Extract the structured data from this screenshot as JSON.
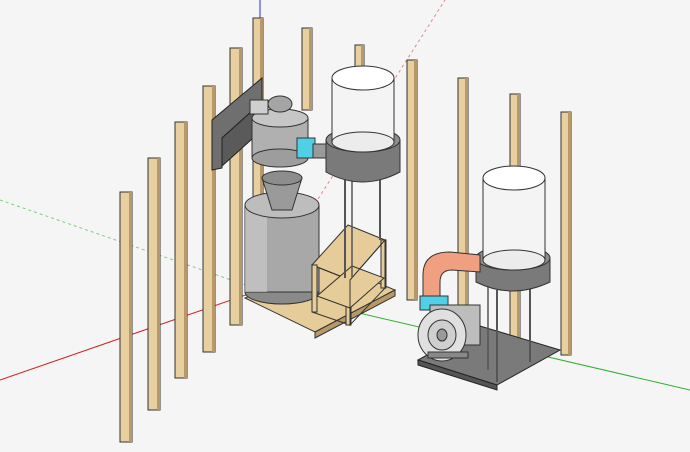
{
  "scene": {
    "description_visible_text": "",
    "colors": {
      "background": "#dcdcdc",
      "stud_wood": "#e8cfa0",
      "stud_shadow": "#b89868",
      "plywood": "#e6cc98",
      "metal_gray": "#9a9a9a",
      "metal_dark": "#6f6f6f",
      "bin_white": "#f4f4f4",
      "accent_blue": "#4fd0e6",
      "accent_green": "#7fe07f",
      "pipe_salmon": "#f0a080",
      "axis_red": "#d02020",
      "axis_green": "#30b030",
      "axis_blue": "#3030d0"
    },
    "components": [
      "wall-studs",
      "cyclone-separator",
      "collection-barrel",
      "filter-bin-left",
      "filter-stand",
      "filter-bin-right",
      "blower-motor",
      "duct-elbow",
      "base-plate"
    ]
  }
}
